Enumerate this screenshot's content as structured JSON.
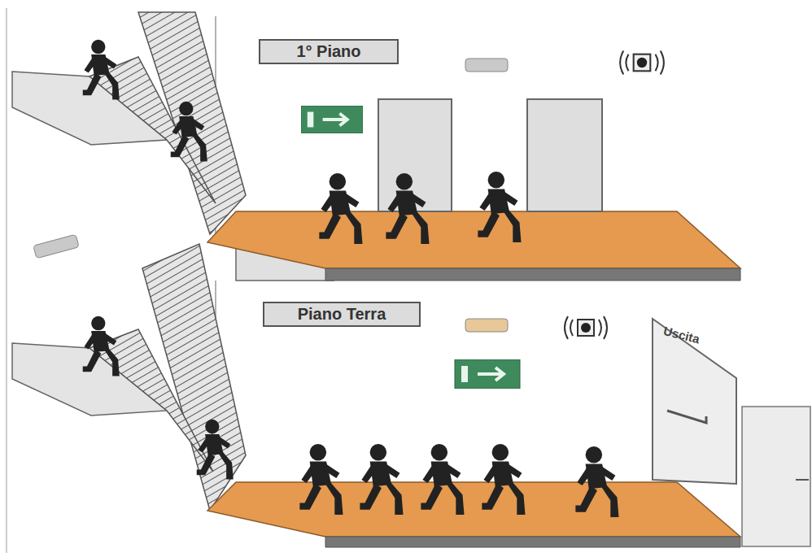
{
  "diagram": {
    "nodes": [
      {
        "text": [
          "1° Piano"
        ]
      },
      {
        "text": [
          "Piano Terra"
        ]
      }
    ],
    "labels": [
      "Uscita"
    ]
  }
}
